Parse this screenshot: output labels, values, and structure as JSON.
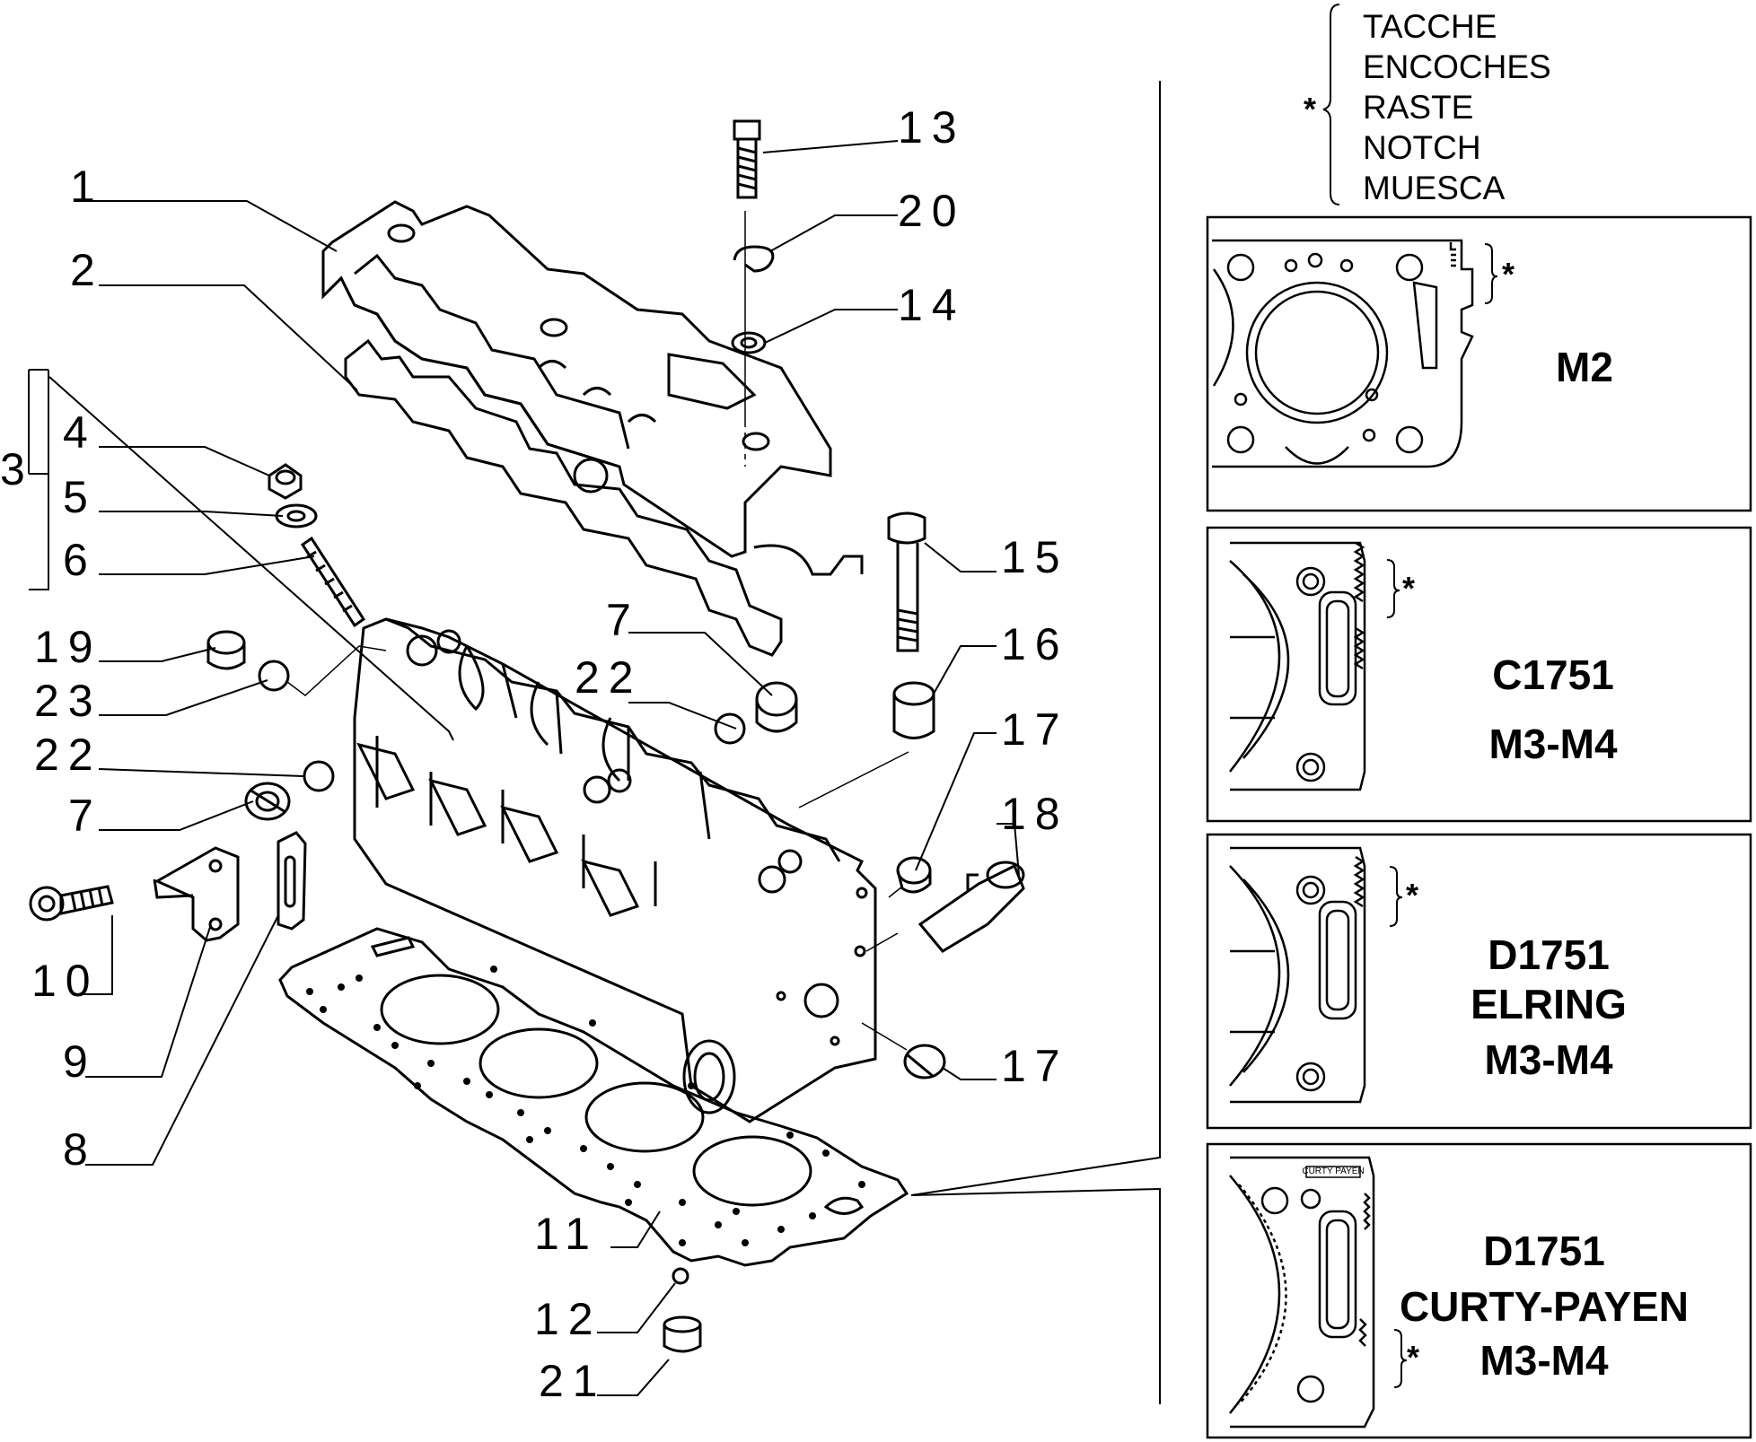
{
  "notch_legend": {
    "marker": "*",
    "terms": [
      "TACCHE",
      "ENCOCHES",
      "RASTE",
      "NOTCH",
      "MUESCA"
    ]
  },
  "callouts": [
    {
      "id": "1",
      "text": "1"
    },
    {
      "id": "2",
      "text": "2"
    },
    {
      "id": "3",
      "text": "3"
    },
    {
      "id": "4",
      "text": "4"
    },
    {
      "id": "5",
      "text": "5"
    },
    {
      "id": "6",
      "text": "6"
    },
    {
      "id": "19",
      "text": "19"
    },
    {
      "id": "23",
      "text": "23"
    },
    {
      "id": "22a",
      "text": "22"
    },
    {
      "id": "7a",
      "text": "7"
    },
    {
      "id": "10",
      "text": "10"
    },
    {
      "id": "9",
      "text": "9"
    },
    {
      "id": "8",
      "text": "8"
    },
    {
      "id": "11",
      "text": "11"
    },
    {
      "id": "12",
      "text": "12"
    },
    {
      "id": "21",
      "text": "21"
    },
    {
      "id": "13",
      "text": "13"
    },
    {
      "id": "20",
      "text": "20"
    },
    {
      "id": "14",
      "text": "14"
    },
    {
      "id": "15",
      "text": "15"
    },
    {
      "id": "16",
      "text": "16"
    },
    {
      "id": "7b",
      "text": "7"
    },
    {
      "id": "22b",
      "text": "22"
    },
    {
      "id": "17a",
      "text": "17"
    },
    {
      "id": "18",
      "text": "18"
    },
    {
      "id": "17b",
      "text": "17"
    }
  ],
  "panels": [
    {
      "lines": [
        "M2"
      ],
      "marker": "*"
    },
    {
      "lines": [
        "C1751",
        "M3-M4"
      ],
      "marker": "*"
    },
    {
      "lines": [
        "D1751",
        "ELRING",
        "M3-M4"
      ],
      "marker": "*"
    },
    {
      "lines": [
        "D1751",
        "CURTY-PAYEN",
        "M3-M4"
      ],
      "marker": "*",
      "stamp": "CURTY PAYEN"
    }
  ]
}
